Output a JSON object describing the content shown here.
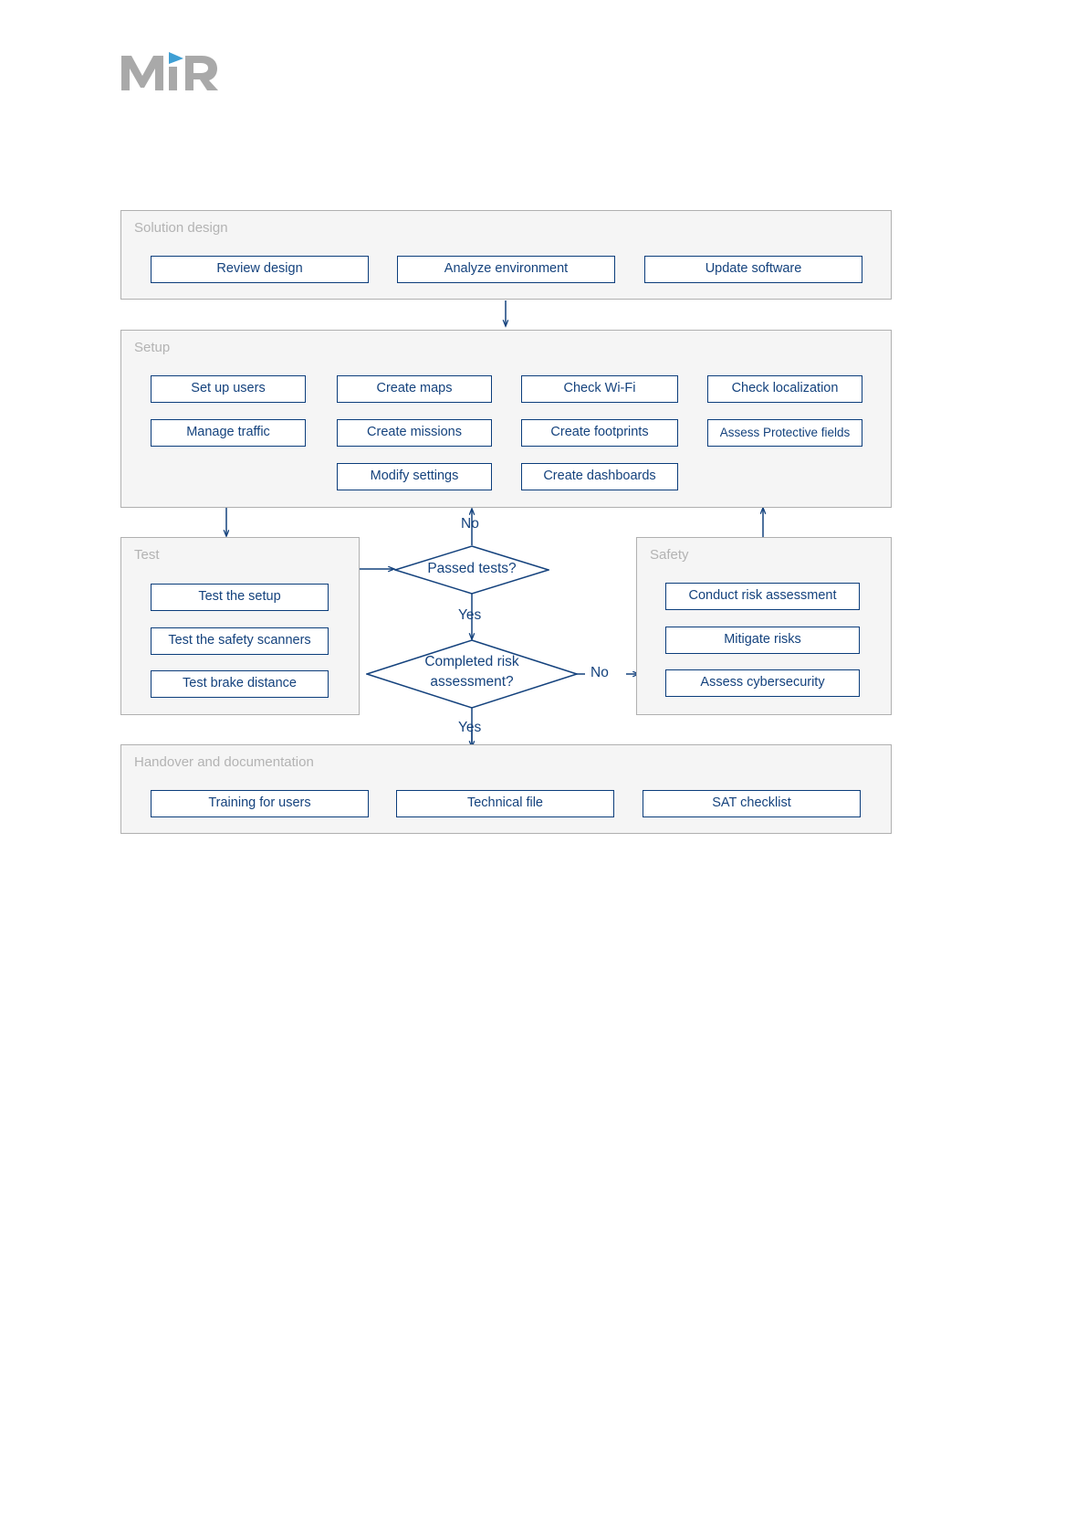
{
  "logo": {
    "name": "MiR",
    "mark_color": "#3f9fd4",
    "text_color": "#a9a9a9",
    "letters": {
      "m": "M",
      "i": "i",
      "r": "R"
    }
  },
  "theme": {
    "panel_bg": "#f5f5f5",
    "panel_border": "#b0b0b0",
    "panel_title_color": "#b3b3b3",
    "node_border": "#0b3d7b",
    "node_text": "#14427d",
    "node_bg": "#ffffff",
    "connector": "#14427d",
    "page_bg": "#ffffff"
  },
  "chart_data": {
    "type": "diagram",
    "title": "Commissioning process flowchart",
    "nodes": [
      {
        "id": "review-design",
        "label": "Review design",
        "group": "solution-design"
      },
      {
        "id": "analyze-environment",
        "label": "Analyze environment",
        "group": "solution-design"
      },
      {
        "id": "update-software",
        "label": "Update software",
        "group": "solution-design"
      },
      {
        "id": "set-up-users",
        "label": "Set up users",
        "group": "setup"
      },
      {
        "id": "create-maps",
        "label": "Create maps",
        "group": "setup"
      },
      {
        "id": "check-wifi",
        "label": "Check Wi-Fi",
        "group": "setup"
      },
      {
        "id": "check-localization",
        "label": "Check localization",
        "group": "setup"
      },
      {
        "id": "manage-traffic",
        "label": "Manage traffic",
        "group": "setup"
      },
      {
        "id": "create-missions",
        "label": "Create missions",
        "group": "setup"
      },
      {
        "id": "create-footprints",
        "label": "Create footprints",
        "group": "setup"
      },
      {
        "id": "assess-protective-fields",
        "label": "Assess Protective fields",
        "group": "setup"
      },
      {
        "id": "modify-settings",
        "label": "Modify settings",
        "group": "setup"
      },
      {
        "id": "create-dashboards",
        "label": "Create dashboards",
        "group": "setup"
      },
      {
        "id": "test-the-setup",
        "label": "Test the setup",
        "group": "test"
      },
      {
        "id": "test-the-safety-scanners",
        "label": "Test the safety scanners",
        "group": "test"
      },
      {
        "id": "test-brake-distance",
        "label": "Test brake distance",
        "group": "test"
      },
      {
        "id": "conduct-risk-assessment",
        "label": "Conduct risk assessment",
        "group": "safety"
      },
      {
        "id": "mitigate-risks",
        "label": "Mitigate risks",
        "group": "safety"
      },
      {
        "id": "assess-cybersecurity",
        "label": "Assess cybersecurity",
        "group": "safety"
      },
      {
        "id": "training-for-users",
        "label": "Training for users",
        "group": "handover"
      },
      {
        "id": "technical-file",
        "label": "Technical file",
        "group": "handover"
      },
      {
        "id": "sat-checklist",
        "label": "SAT checklist",
        "group": "handover"
      }
    ],
    "decisions": [
      {
        "id": "passed-tests",
        "label": "Passed tests?"
      },
      {
        "id": "completed-risk-assessment",
        "label_line1": "Completed risk",
        "label_line2": "assessment?"
      }
    ],
    "edges": [
      {
        "from": "solution-design",
        "to": "setup",
        "label": ""
      },
      {
        "from": "setup",
        "to": "test",
        "label": ""
      },
      {
        "from": "test",
        "to": "passed-tests",
        "label": ""
      },
      {
        "from": "passed-tests",
        "to": "setup",
        "label": "No"
      },
      {
        "from": "passed-tests",
        "to": "completed-risk-assessment",
        "label": "Yes"
      },
      {
        "from": "completed-risk-assessment",
        "to": "safety",
        "label": "No"
      },
      {
        "from": "completed-risk-assessment",
        "to": "handover",
        "label": "Yes"
      },
      {
        "from": "safety",
        "to": "setup",
        "label": ""
      }
    ]
  },
  "sections": {
    "solution_design": {
      "title": "Solution design",
      "items": [
        {
          "label": "Review design"
        },
        {
          "label": "Analyze environment"
        },
        {
          "label": "Update software"
        }
      ]
    },
    "setup": {
      "title": "Setup",
      "items": [
        {
          "label": "Set up users"
        },
        {
          "label": "Create maps"
        },
        {
          "label": "Check Wi-Fi"
        },
        {
          "label": "Check localization"
        },
        {
          "label": "Manage traffic"
        },
        {
          "label": "Create missions"
        },
        {
          "label": "Create footprints"
        },
        {
          "label": "Assess Protective fields"
        },
        {
          "label": "Modify settings"
        },
        {
          "label": "Create dashboards"
        }
      ]
    },
    "test": {
      "title": "Test",
      "items": [
        {
          "label": "Test the setup"
        },
        {
          "label": "Test the safety scanners"
        },
        {
          "label": "Test brake distance"
        }
      ]
    },
    "safety": {
      "title": "Safety",
      "items": [
        {
          "label": "Conduct risk assessment"
        },
        {
          "label": "Mitigate risks"
        },
        {
          "label": "Assess cybersecurity"
        }
      ]
    },
    "handover": {
      "title": "Handover and documentation",
      "items": [
        {
          "label": "Training for users"
        },
        {
          "label": "Technical file"
        },
        {
          "label": "SAT checklist"
        }
      ]
    }
  },
  "decisions": {
    "passed_tests": {
      "label": "Passed tests?"
    },
    "completed_risk_assessment": {
      "line1": "Completed risk",
      "line2": "assessment?"
    }
  },
  "edge_labels": {
    "no_passed_tests": "No",
    "yes_passed_tests": "Yes",
    "no_risk_assessment": "No",
    "arrow_glyph": "→",
    "yes_risk_assessment": "Yes"
  }
}
